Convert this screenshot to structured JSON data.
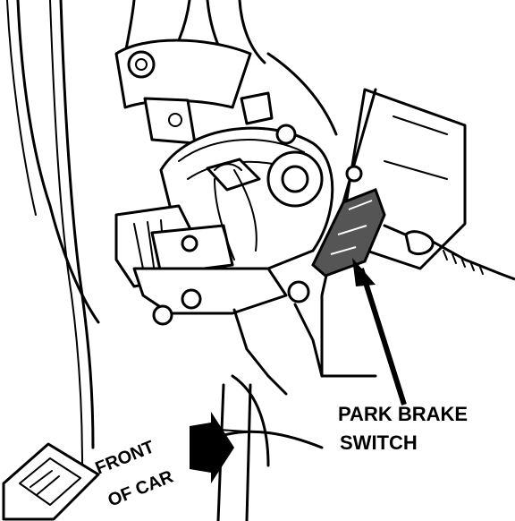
{
  "labels": {
    "park_brake_line1": "PARK BRAKE",
    "park_brake_line2": "SWITCH",
    "front_of_car_line1": "FRONT",
    "front_of_car_line2": "OF CAR"
  }
}
